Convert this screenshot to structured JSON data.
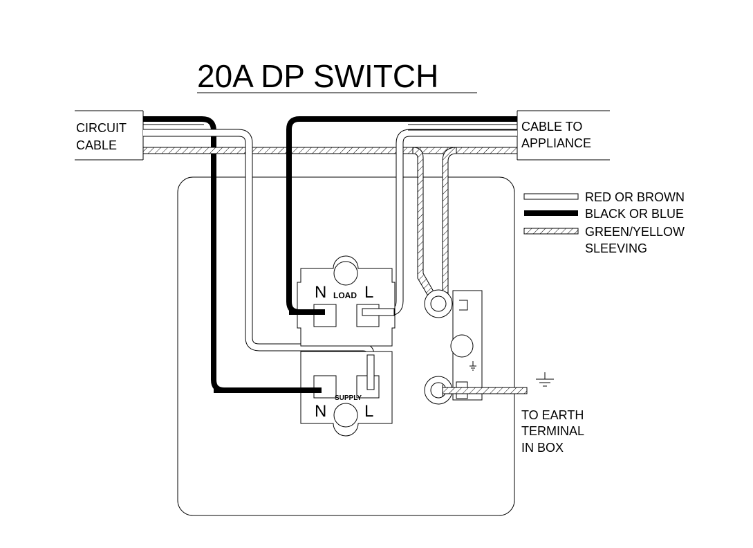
{
  "title": "20A DP  SWITCH",
  "circuit_cable": {
    "line1": "CIRCUIT",
    "line2": "CABLE"
  },
  "appliance_cable": {
    "line1": "CABLE TO",
    "line2": "APPLIANCE"
  },
  "legend": {
    "red_or_brown": "RED OR BROWN",
    "black_or_blue": "BLACK OR BLUE",
    "green_yellow_line1": "GREEN/YELLOW",
    "green_yellow_line2": "SLEEVING"
  },
  "load_terminals": {
    "neutral": "N",
    "live": "L",
    "caption": "LOAD"
  },
  "supply_terminals": {
    "neutral": "N",
    "live": "L",
    "caption": "SUPPLY"
  },
  "earth_note": {
    "line1": "TO EARTH",
    "line2": "TERMINAL",
    "line3": "IN BOX"
  },
  "colors": {
    "black_wire": "#000000",
    "red_wire": "#ffffff",
    "outline": "#000000",
    "hatch": "#000000"
  },
  "icons": [
    "earth-symbol-icon"
  ]
}
